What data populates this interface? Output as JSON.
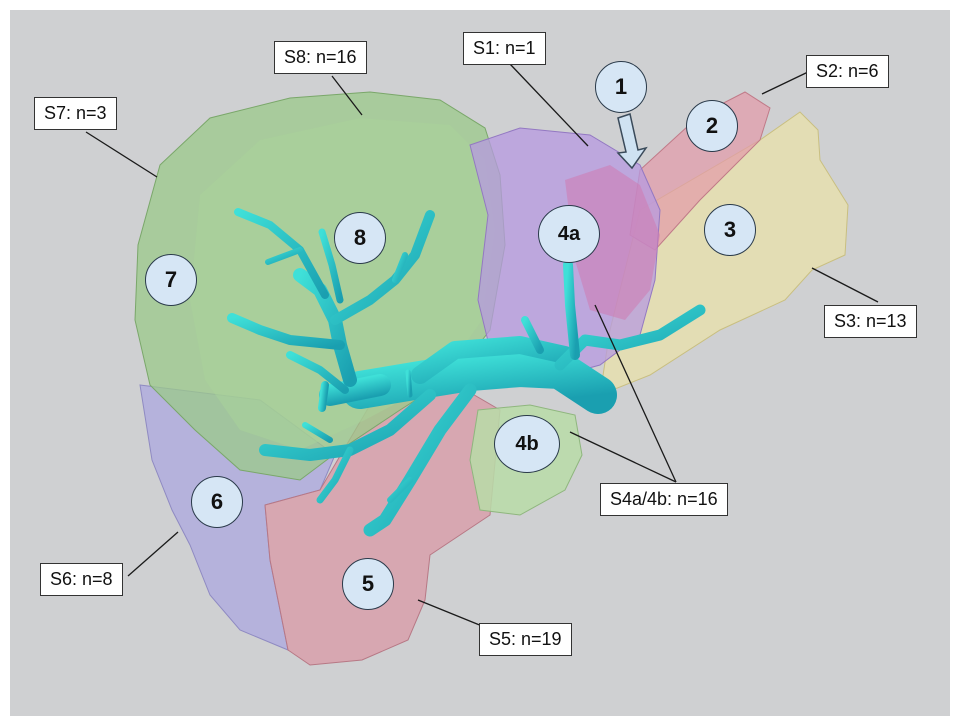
{
  "callouts": {
    "s1": "S1: n=1",
    "s2": "S2: n=6",
    "s3": "S3: n=13",
    "s4": "S4a/4b: n=16",
    "s5": "S5: n=19",
    "s6": "S6: n=8",
    "s7": "S7: n=3",
    "s8": "S8: n=16"
  },
  "segments": {
    "seg1": "1",
    "seg2": "2",
    "seg3": "3",
    "seg4a": "4a",
    "seg4b": "4b",
    "seg5": "5",
    "seg6": "6",
    "seg7": "7",
    "seg8": "8"
  },
  "colors": {
    "background": "#cfd0d2",
    "badge_fill": "#d6e6f5",
    "vessel": "#26c2c4",
    "segment_7_8": "#9bc98a",
    "segment_2": "#e39aa8",
    "segment_3": "#ebe3a6",
    "segment_4": "#b79ae0",
    "segment_5": "#d99aa6",
    "segment_6": "#aeaade"
  }
}
